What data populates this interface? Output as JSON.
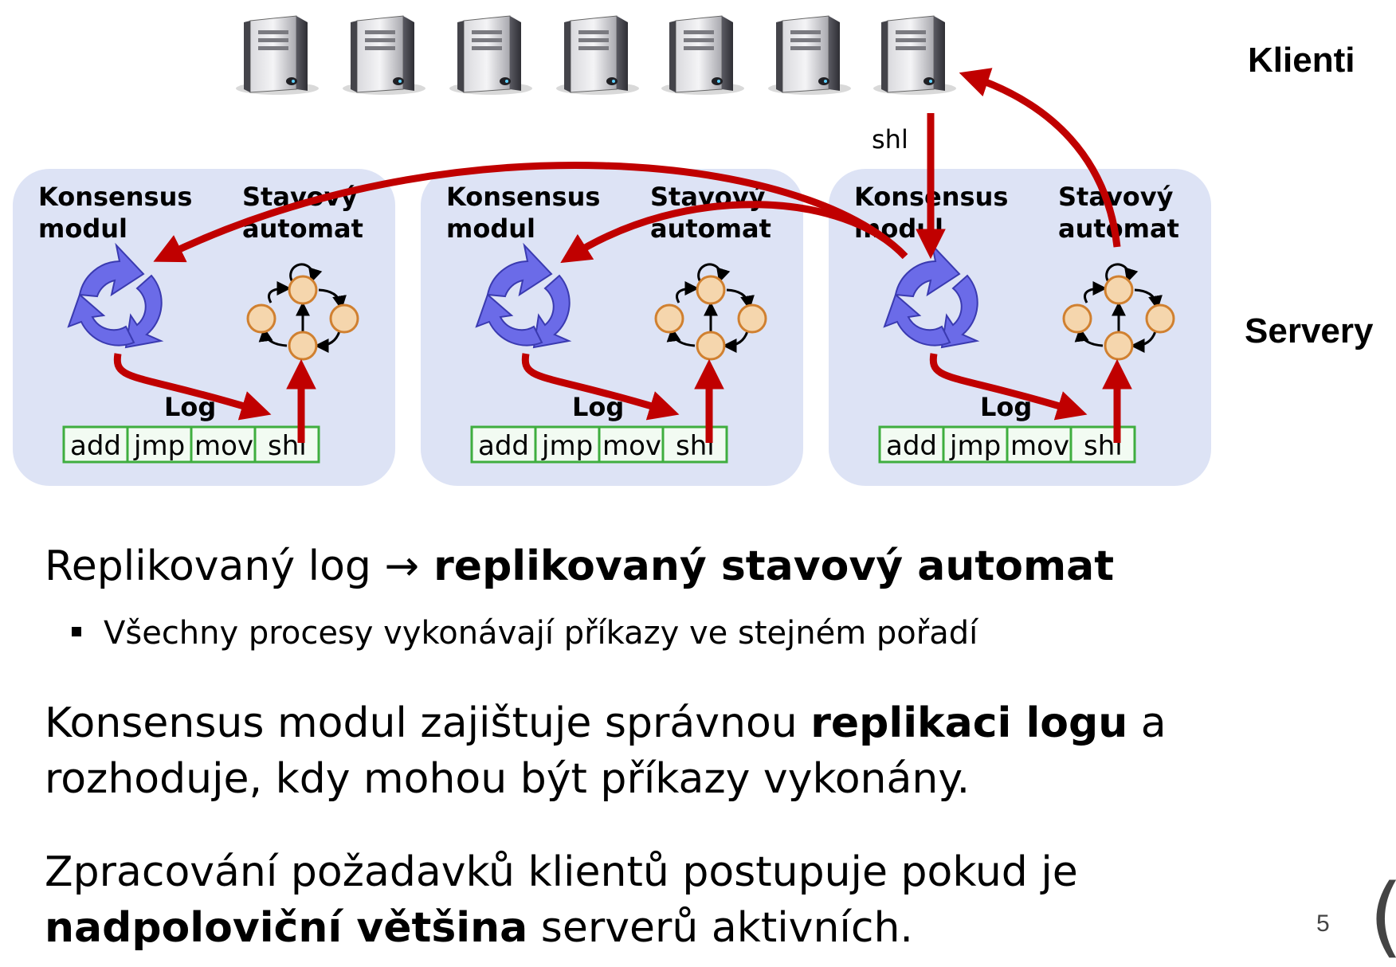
{
  "labels": {
    "clients": "Klienti",
    "servers": "Servery",
    "consensus_line1": "Konsensus",
    "consensus_line2": "modul",
    "state_line1": "Stavový",
    "state_line2": "automat",
    "log": "Log",
    "incoming_command": "shl"
  },
  "log_entries": [
    "add",
    "jmp",
    "mov",
    "shl"
  ],
  "text": {
    "p1_normal": "Replikovaný log ",
    "p1_arrow": "→",
    "p1_bold": " replikovaný stavový automat",
    "bullet": "Všechny procesy vykonávají příkazy ve stejném pořadí",
    "p2_a": "Konsensus modul zajištuje správnou ",
    "p2_bold": "replikaci logu",
    "p2_b": " a",
    "p2_line2": "rozhoduje, kdy mohou být příkazy vykonány.",
    "p3_line1": "Zpracování požadavků klientů postupuje pokud je",
    "p3_bold": "nadpoloviční většina",
    "p3_b": " serverů aktivních."
  },
  "page_number": "5",
  "colors": {
    "panel": "#dde3f5",
    "arrow": "#c00000",
    "consensus_icon": "#6b6be8",
    "state_node": "#f5d6ad",
    "state_node_stroke": "#d08030",
    "log_border": "#3fae3f",
    "log_fill": "#f2fbf2"
  }
}
